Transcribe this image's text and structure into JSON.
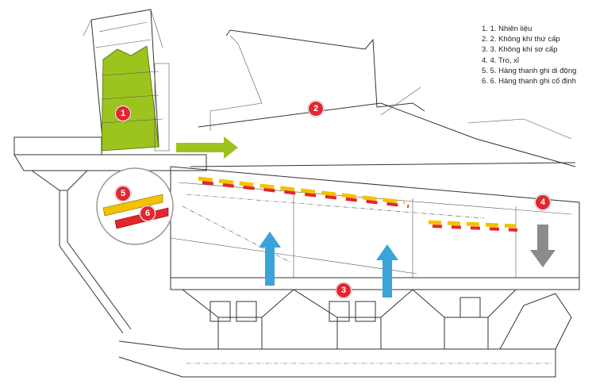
{
  "legend": [
    {
      "num": "1.",
      "label": "1. Nhiên liệu"
    },
    {
      "num": "2.",
      "label": "2. Không khí thứ cấp"
    },
    {
      "num": "3.",
      "label": "3. Không khí sơ cấp"
    },
    {
      "num": "4.",
      "label": "4. Tro, xỉ"
    },
    {
      "num": "5.",
      "label": "5. Hàng thanh ghi di động"
    },
    {
      "num": "6.",
      "label": "6. Hàng thanh ghi cố định"
    }
  ],
  "markers": [
    "1",
    "2",
    "3",
    "4",
    "5",
    "6"
  ],
  "colors": {
    "fuel": "#9dc31f",
    "primary_air": "#3aa3d8",
    "ash": "#8c8a8f",
    "marker": "#e3262f",
    "moving_grate": "#f2c200",
    "fixed_grate": "#e3262f"
  }
}
